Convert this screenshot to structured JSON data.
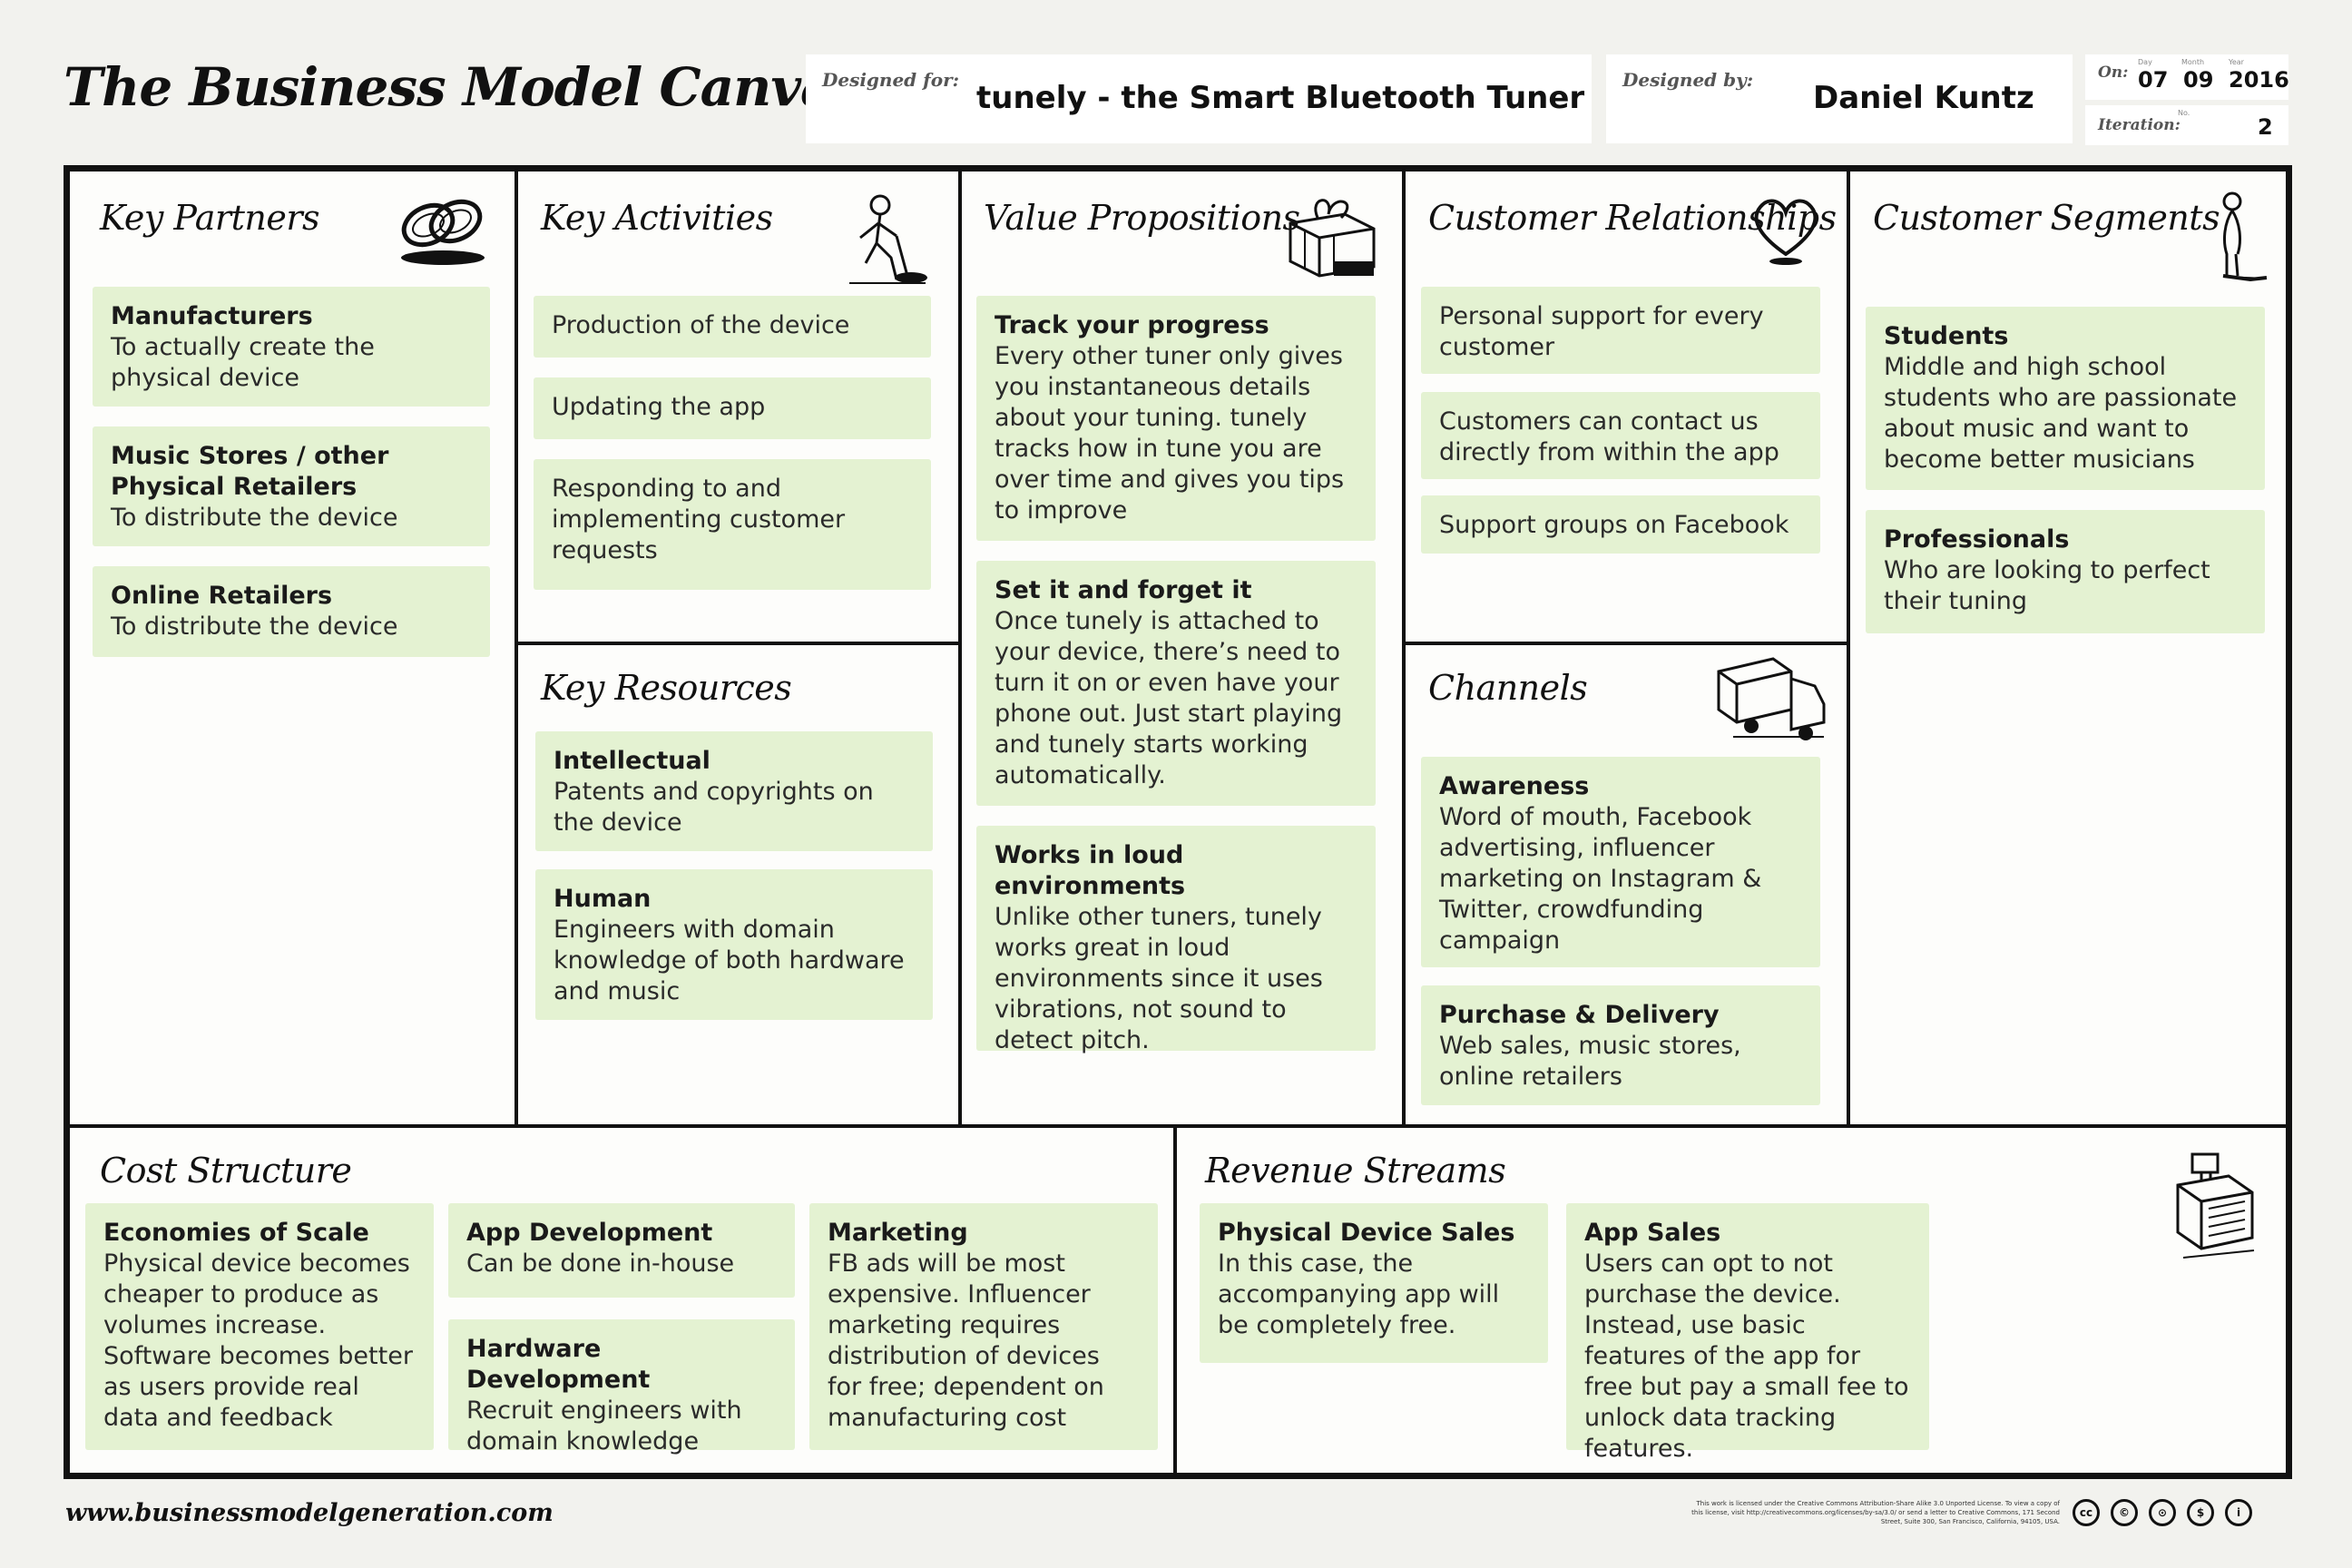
{
  "header": {
    "title": "The Business Model Canvas",
    "designed_for_label": "Designed for:",
    "designed_for": "tunely -  the Smart Bluetooth Tuner",
    "designed_by_label": "Designed by:",
    "designed_by": "Daniel Kuntz",
    "on_label": "On:",
    "day_label": "Day",
    "month_label": "Month",
    "year_label": "Year",
    "day": "07",
    "month": "09",
    "year": "2016",
    "iteration_label": "Iteration:",
    "no_label": "No.",
    "iteration": "2"
  },
  "sections": {
    "key_partners": {
      "title": "Key Partners",
      "icon": "chain-links-icon",
      "notes": [
        {
          "title": "Manufacturers",
          "body": "To actually create the physical device"
        },
        {
          "title": "Music Stores / other Physical Retailers",
          "body": "To distribute the device"
        },
        {
          "title": "Online Retailers",
          "body": "To distribute the device"
        }
      ]
    },
    "key_activities": {
      "title": "Key Activities",
      "icon": "worker-icon",
      "notes": [
        {
          "body": "Production of the device"
        },
        {
          "body": "Updating the app"
        },
        {
          "body": "Responding to and implementing customer requests"
        }
      ]
    },
    "key_resources": {
      "title": "Key Resources",
      "icon": "",
      "notes": [
        {
          "title": "Intellectual",
          "body": "Patents and copyrights on the device"
        },
        {
          "title": "Human",
          "body": "Engineers with domain knowledge of both hardware and music"
        }
      ]
    },
    "value_propositions": {
      "title": "Value Propositions",
      "icon": "gift-icon",
      "notes": [
        {
          "title": "Track your progress",
          "body": "Every other tuner only gives you instantaneous details about your tuning. tunely tracks how in tune you are over time and gives you tips to improve"
        },
        {
          "title": "Set it and forget it",
          "body": "Once tunely is attached to your device, there’s need to turn it on or even have your phone out. Just start playing and tunely starts working automatically."
        },
        {
          "title": "Works in loud environments",
          "body": "Unlike other tuners, tunely works great in loud environments since it uses vibrations, not sound to detect pitch."
        }
      ]
    },
    "customer_relationships": {
      "title": "Customer Relationships",
      "icon": "heart-icon",
      "notes": [
        {
          "body": "Personal support for every customer"
        },
        {
          "body": "Customers can contact us directly from within the app"
        },
        {
          "body": "Support groups on Facebook"
        }
      ]
    },
    "channels": {
      "title": "Channels",
      "icon": "truck-icon",
      "notes": [
        {
          "title": "Awareness",
          "body": "Word of mouth, Facebook advertising, influencer marketing on Instagram & Twitter, crowdfunding campaign"
        },
        {
          "title": "Purchase & Delivery",
          "body": "Web sales, music stores, online retailers"
        }
      ]
    },
    "customer_segments": {
      "title": "Customer Segments",
      "icon": "person-icon",
      "notes": [
        {
          "title": "Students",
          "body": "Middle and high school students who are passionate about music and want to become better musicians"
        },
        {
          "title": "Professionals",
          "body": "Who are looking to perfect their tuning"
        }
      ]
    },
    "cost_structure": {
      "title": "Cost Structure",
      "icon": "",
      "notes": [
        {
          "title": "Economies of Scale",
          "body": "Physical device becomes cheaper to produce as volumes increase. Software becomes better as users provide real data and feedback"
        },
        {
          "title": "App Development",
          "body": "Can be done in-house"
        },
        {
          "title": "Hardware Development",
          "body": "Recruit engineers with domain knowledge"
        },
        {
          "title": "Marketing",
          "body": "FB ads will be most expensive. Influencer marketing requires distribution of devices for free; dependent on manufacturing cost"
        }
      ]
    },
    "revenue_streams": {
      "title": "Revenue Streams",
      "icon": "cash-register-icon",
      "notes": [
        {
          "title": "Physical Device Sales",
          "body": "In this case, the accompanying app will be completely free."
        },
        {
          "title": "App Sales",
          "body": "Users can opt to not purchase the device. Instead, use basic features of the app for free but pay a small fee to unlock data tracking features."
        }
      ]
    }
  },
  "footer": {
    "url": "www.businessmodelgeneration.com",
    "license": "This work is licensed under the Creative Commons Attribution-Share Alike 3.0 Unported License. To view a copy of this license, visit http://creativecommons.org/licenses/by-sa/3.0/ or send a letter to Creative Commons, 171 Second Street, Suite 300, San Francisco, California, 94105, USA.",
    "cc_labels": [
      "cc",
      "©",
      "⊙",
      "$",
      "i"
    ]
  },
  "colors": {
    "note_fill": "#e4f2d2",
    "frame": "#111111",
    "page_bg": "#f2f2ee"
  }
}
